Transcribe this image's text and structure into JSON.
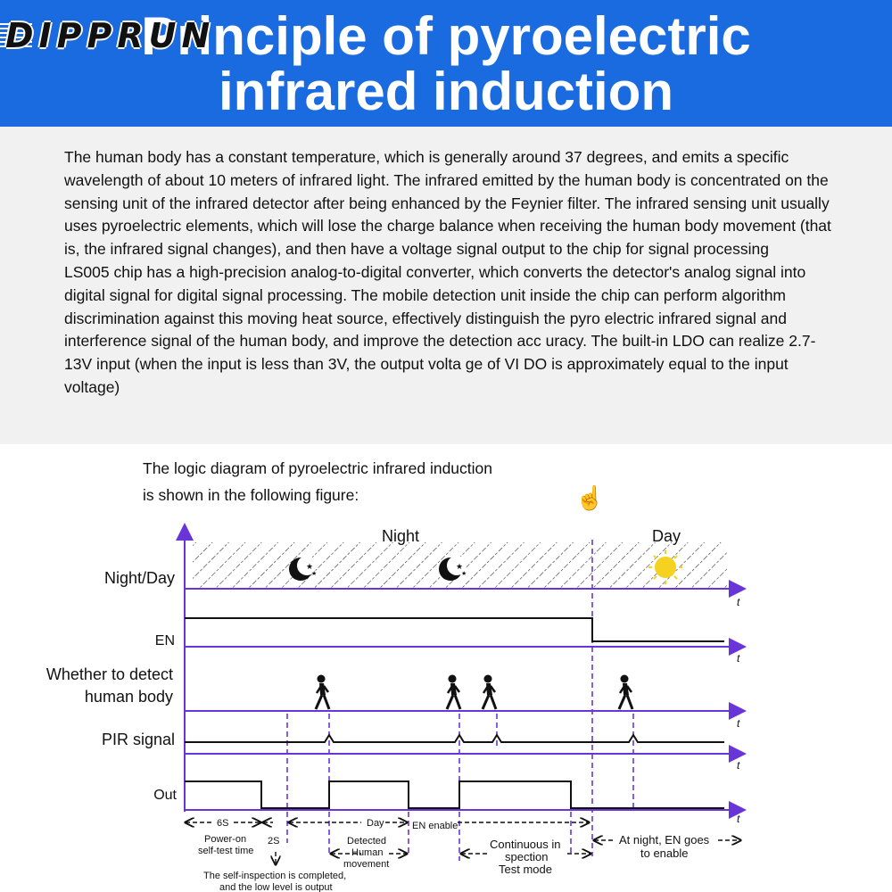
{
  "header": {
    "logo": "DIPPRUN",
    "title_line1": "Principle of pyroelectric",
    "title_line2": "infrared induction"
  },
  "description": {
    "paragraph1": "The human body has a constant temperature, which is generally around 37 degrees, and emits a specific wavelength of about 10 meters of infrared light. The infrared emitted by the human body is concentrated on the sensing unit of the infrared detector after being enhanced by the Feynier filter. The infrared sensing unit usually uses pyroelectric elements, which will lose the charge balance when receiving the human body movement (that is, the infrared signal changes), and then have a voltage signal output to the chip for signal processing",
    "paragraph2": "LS005 chip has a high-precision analog-to-digital converter, which converts the detector's analog signal into digital signal for digital signal processing. The mobile detection unit inside the chip can perform algorithm discrimination against this moving heat source, effectively distinguish the pyro electric infrared signal and interference signal of the human body, and improve the detection acc uracy. The built-in LDO can realize 2.7-13V input (when the input is less than 3V, the output volta ge of VI DO is approximately equal to the input voltage)"
  },
  "caption": {
    "line1": "The logic diagram of pyroelectric infrared induction",
    "line2": "is shown in the following figure:"
  },
  "diagram": {
    "labels": {
      "night_day": "Night/Day",
      "en": "EN",
      "detect_line1": "Whether to detect",
      "detect_line2": "human body",
      "pir": "PIR signal",
      "out": "Out",
      "night": "Night",
      "day": "Day",
      "axis_t": "t"
    },
    "annotations": {
      "six_s": "6S",
      "power_on_1": "Power-on",
      "power_on_2": "self-test time",
      "two_s": "2S",
      "day_small": "Day",
      "en_enable": "EN enable",
      "detected_1": "Detected",
      "detected_2": "Human",
      "detected_3": "movement",
      "continuous_1": "Continuous in",
      "continuous_2": "spection",
      "continuous_3": "Test mode",
      "night_en_1": "At night, EN goes",
      "night_en_2": "to enable",
      "self_insp_1": "The self-inspection is completed,",
      "self_insp_2": "and the low level is output"
    },
    "colors": {
      "axis": "#6a35d8",
      "signal": "#111111",
      "sun": "#f5d21f"
    }
  }
}
